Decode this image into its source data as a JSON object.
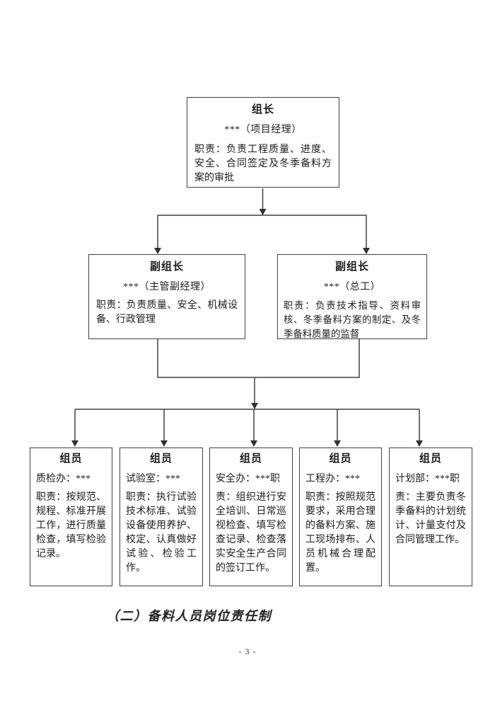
{
  "document": {
    "caption": "（二）备料人员岗位责任制",
    "page_number": "- 3 -"
  },
  "org_chart": {
    "leader": {
      "title": "组长",
      "name_line": "***（项目经理）",
      "duty": "职责：负责工程质量、进度、安全、合同签定及冬季备料方案的审批"
    },
    "deputies": [
      {
        "title": "副组长",
        "name_line": "***（主管副经理）",
        "duty": "职责：负责质量、安全、机械设备、行政管理"
      },
      {
        "title": "副组长",
        "name_line": "***（总工）",
        "duty": "职责：负责技术指导、资料审核、冬季备料方案的制定、及冬季备料质量的监督"
      }
    ],
    "members": [
      {
        "title": "组员",
        "name_line": "质检办：***",
        "duty": "职责：按规范、规程、标准开展工作，进行质量检查，填写检验记录。"
      },
      {
        "title": "组员",
        "name_line": "试验室：***",
        "duty": "职责：执行试验技术标准、试验设备使用养护、校定、认真做好试验、检验工作。"
      },
      {
        "title": "组员",
        "name_line": "安全办：***职",
        "duty": "责：组织进行安全培训、日常巡视检查、填写检查记录、检查落实安全生产合同的签订工作。"
      },
      {
        "title": "组员",
        "name_line": "工程办：***",
        "duty": "职责：按照规范要求，采用合理的备料方案、施工现场排布、人员机械合理配置。"
      },
      {
        "title": "组员",
        "name_line": "计划部：***职",
        "duty": "责：主要负责冬季备料的计划统计、计量支付及合同管理工作。"
      }
    ]
  },
  "colors": {
    "line": "#404040",
    "text": "#1c1c1c",
    "page_background": "#ffffff"
  }
}
